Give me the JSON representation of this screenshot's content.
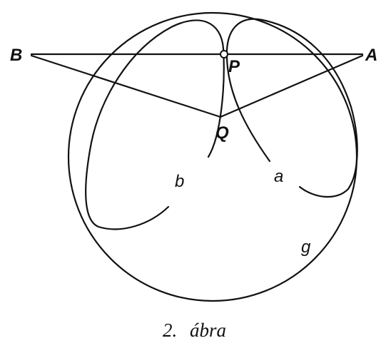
{
  "points": {
    "A": "A",
    "B": "B",
    "P": "P",
    "Q": "Q"
  },
  "curves": {
    "a": "a",
    "b": "b",
    "g": "g"
  },
  "caption": {
    "number": "2.",
    "word": "ábra"
  },
  "colors": {
    "ink": "#111111",
    "background": "#ffffff"
  }
}
